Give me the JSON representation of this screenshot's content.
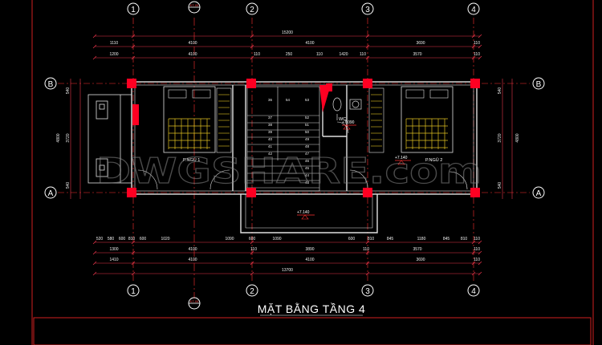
{
  "drawing": {
    "title": "MẶT BẰNG TẦNG 4",
    "watermark": "DWGSHARE.com",
    "grid_columns": [
      "1",
      "2",
      "3",
      "4"
    ],
    "grid_rows": [
      "B",
      "A"
    ],
    "section_tag": "KT-05",
    "top_dims": {
      "total": "15200",
      "row1": [
        "1110",
        "4100",
        "4100",
        "3690",
        "110"
      ],
      "row2": [
        "1200",
        "4100",
        "110",
        "250",
        "110",
        "1420",
        "110",
        "3570",
        "110"
      ]
    },
    "bottom_dims": {
      "row1": [
        "520",
        "580",
        "600",
        "810",
        "600",
        "1020",
        "1090",
        "600",
        "1090",
        "600",
        "810",
        "845",
        "1180",
        "845",
        "810",
        "110"
      ],
      "row2": [
        "1300",
        "4100",
        "110",
        "3890",
        "110",
        "3570",
        "110"
      ],
      "row3": [
        "1410",
        "4100",
        "4100",
        "3690",
        "110"
      ],
      "total": "13700"
    },
    "left_dims": [
      "540",
      "3720",
      "540",
      "4800"
    ],
    "right_dims": [
      "540",
      "3720",
      "540",
      "4800"
    ],
    "rooms": [
      {
        "name": "P.NGỦ 1"
      },
      {
        "name": "P.NGỦ 2"
      },
      {
        "name": "WC"
      }
    ],
    "levels": [
      "+7.140",
      "+7.090",
      "+7.140"
    ],
    "stair_steps": [
      "36",
      "37",
      "38",
      "39",
      "40",
      "41",
      "42",
      "54",
      "53",
      "52",
      "51",
      "50",
      "49",
      "48",
      "47",
      "46",
      "45",
      "44",
      "43"
    ]
  },
  "colors": {
    "background": "#000000",
    "dim_lines": "#e8344a",
    "walls": "#e0e0e0",
    "beds": "#e0c020",
    "columns": "#ff0022",
    "frame": "#d02020",
    "text": "#ffffff"
  }
}
